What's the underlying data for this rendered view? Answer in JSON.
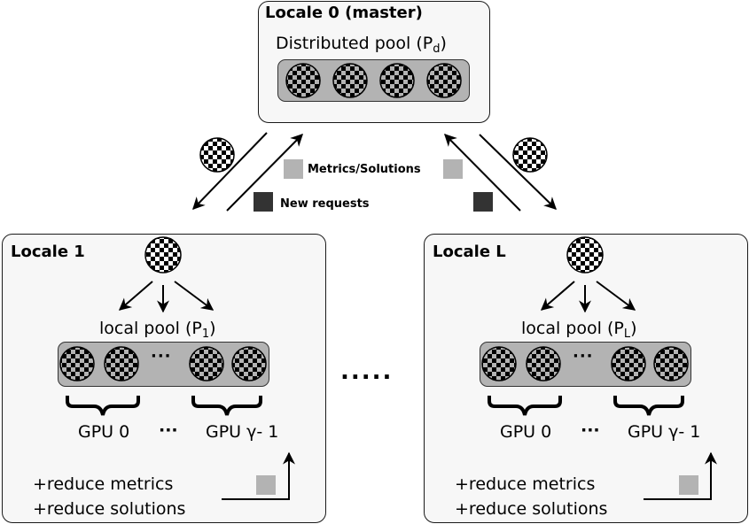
{
  "master": {
    "title": "Locale 0 (master)",
    "pool_label": "Distributed pool (P",
    "pool_subscript": "d",
    "pool_label_close": ")",
    "pool_items": 4
  },
  "legend": {
    "metrics_solutions": "Metrics/Solutions",
    "new_requests": "New requests",
    "metrics_color": "#b3b3b3",
    "requests_color": "#333333"
  },
  "locales": [
    {
      "title": "Locale 1",
      "pool_label": "local pool (P",
      "pool_subscript": "1",
      "pool_label_close": ")",
      "ellipsis": "···",
      "gpu_first": "GPU 0",
      "gpu_ellipsis": "···",
      "gpu_last": "GPU γ- 1",
      "reduce_metrics": "+reduce metrics",
      "reduce_solutions": "+reduce solutions"
    },
    {
      "title": "Locale L",
      "pool_label": "local pool (P",
      "pool_subscript": "L",
      "pool_label_close": ")",
      "ellipsis": "···",
      "gpu_first": "GPU 0",
      "gpu_ellipsis": "···",
      "gpu_last": "GPU γ- 1",
      "reduce_metrics": "+reduce metrics",
      "reduce_solutions": "+reduce solutions"
    }
  ],
  "between_locales": ".....",
  "icons": {
    "node": "checkered-node-icon"
  }
}
